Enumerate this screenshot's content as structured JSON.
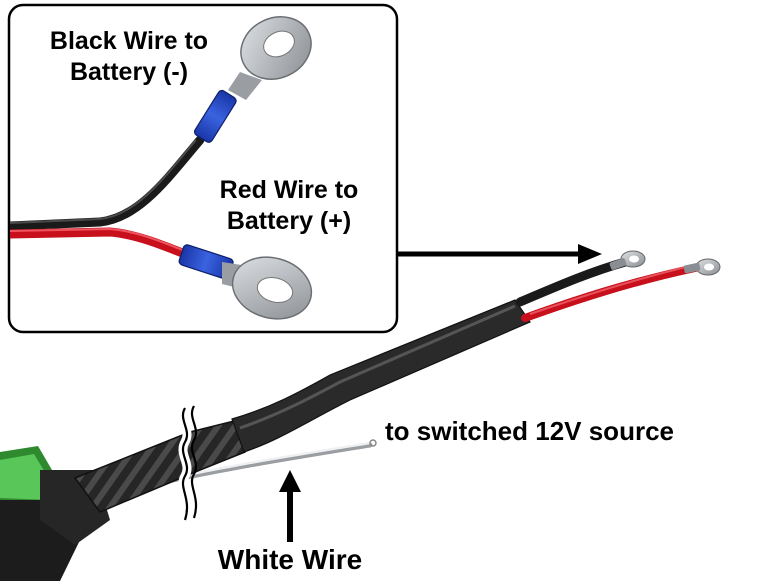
{
  "labels": {
    "black_wire": [
      "Black Wire to",
      "Battery (-)"
    ],
    "red_wire": [
      "Red Wire to",
      "Battery (+)"
    ],
    "switched_source": "to switched 12V source",
    "white_wire": "White Wire"
  },
  "colors": {
    "black_wire": "#1a1a1a",
    "red_wire": "#c8101c",
    "ferrule": "#1f3fbf",
    "ring_terminal": "#b4b8bc",
    "sleeve": "#2b2b2b",
    "white_wire": "#d9dcdf",
    "fuse_holder": "#3fae3f",
    "inset_border": "#000000"
  }
}
